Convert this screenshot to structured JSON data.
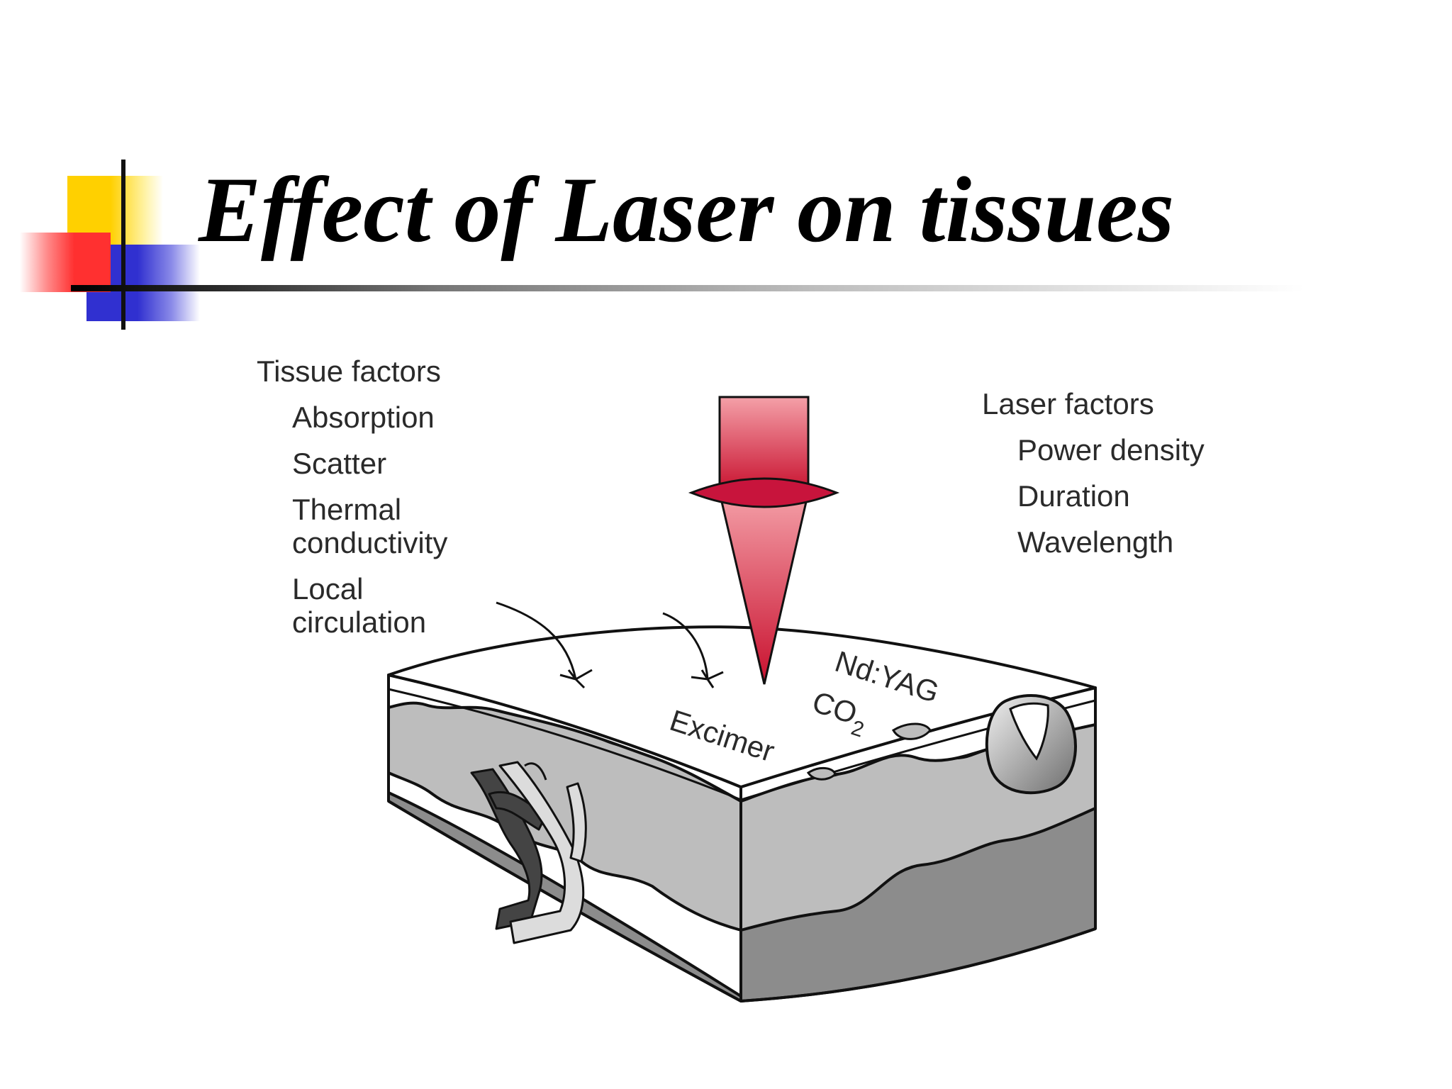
{
  "slide": {
    "title": "Effect of Laser on tissues",
    "accent_colors": {
      "yellow": "#FFD000",
      "red": "#FF3030",
      "blue": "#3030D0"
    }
  },
  "tissue_factors": {
    "heading": "Tissue factors",
    "items": [
      "Absorption",
      "Scatter",
      "Thermal",
      "conductivity",
      "Local",
      "circulation"
    ]
  },
  "laser_factors": {
    "heading": "Laser factors",
    "items": [
      "Power density",
      "Duration",
      "Wavelength"
    ]
  },
  "laser_types": {
    "ndyag": "Nd:YAG",
    "co2_main": "CO",
    "co2_sub": "2",
    "excimer": "Excimer"
  },
  "colors": {
    "beam_top": "#f4a0a8",
    "beam_bottom": "#c8102e",
    "lens": "#c8143c",
    "dermis": "#bdbdbd",
    "subcutis": "#8c8c8c"
  }
}
